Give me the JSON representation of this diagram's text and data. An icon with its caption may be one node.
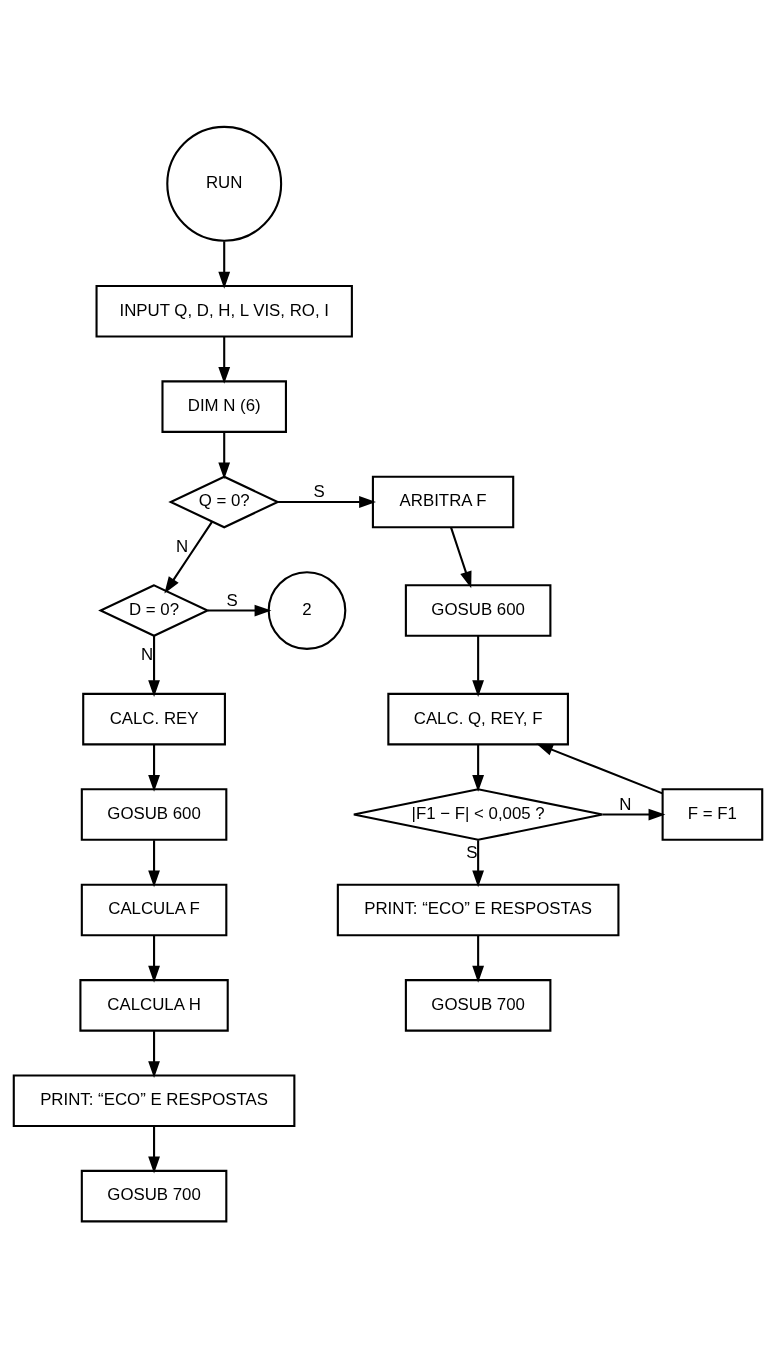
{
  "diagram": {
    "nodes": [
      {
        "text": [
          "RUN"
        ]
      },
      {
        "text": [
          "INPUT Q, D, H, L VIS, RO, I"
        ]
      },
      {
        "text": [
          "DIM N (6)"
        ]
      },
      {
        "text": [
          "Q = 0?"
        ]
      },
      {
        "text": [
          "D = 0?"
        ]
      },
      {
        "text": [
          "2"
        ]
      },
      {
        "text": [
          "CALC. REY"
        ]
      },
      {
        "text": [
          "GOSUB 600"
        ]
      },
      {
        "text": [
          "CALCULA F"
        ]
      },
      {
        "text": [
          "CALCULA H"
        ]
      },
      {
        "text": [
          "PRINT: “ECO” E RESPOSTAS"
        ]
      },
      {
        "text": [
          "GOSUB 700"
        ]
      },
      {
        "text": [
          "ARBITRA F"
        ]
      },
      {
        "text": [
          "GOSUB 600"
        ]
      },
      {
        "text": [
          "CALC. Q, REY, F"
        ]
      },
      {
        "text": [
          "|F1 − F| < 0,005 ?"
        ]
      },
      {
        "text": [
          "F = F1"
        ]
      },
      {
        "text": [
          "PRINT: “ECO” E RESPOSTAS"
        ]
      },
      {
        "text": [
          "GOSUB 700"
        ]
      }
    ],
    "edges": [
      {
        "from": 0,
        "to": 1,
        "arrow": "to"
      },
      {
        "from": 1,
        "to": 2,
        "arrow": "to"
      },
      {
        "from": 2,
        "to": 3,
        "arrow": "to"
      },
      {
        "from": 3,
        "to": 12,
        "arrow": "to",
        "label": "S"
      },
      {
        "from": 3,
        "to": 4,
        "arrow": "to",
        "label": "N"
      },
      {
        "from": 4,
        "to": 5,
        "arrow": "to",
        "label": "S"
      },
      {
        "from": 4,
        "to": 6,
        "arrow": "to",
        "label": "N"
      },
      {
        "from": 6,
        "to": 7,
        "arrow": "to"
      },
      {
        "from": 7,
        "to": 8,
        "arrow": "to"
      },
      {
        "from": 8,
        "to": 9,
        "arrow": "to"
      },
      {
        "from": 9,
        "to": 10,
        "arrow": "to"
      },
      {
        "from": 10,
        "to": 11,
        "arrow": "to"
      },
      {
        "from": 12,
        "to": 13,
        "arrow": "to"
      },
      {
        "from": 13,
        "to": 14,
        "arrow": "to"
      },
      {
        "from": 14,
        "to": 15,
        "arrow": "to"
      },
      {
        "from": 15,
        "to": 16,
        "arrow": "to",
        "label": "N"
      },
      {
        "from": 16,
        "to": 14,
        "arrow": "to"
      },
      {
        "from": 15,
        "to": 17,
        "arrow": "to",
        "label": "S"
      },
      {
        "from": 17,
        "to": 18,
        "arrow": "to"
      }
    ]
  }
}
